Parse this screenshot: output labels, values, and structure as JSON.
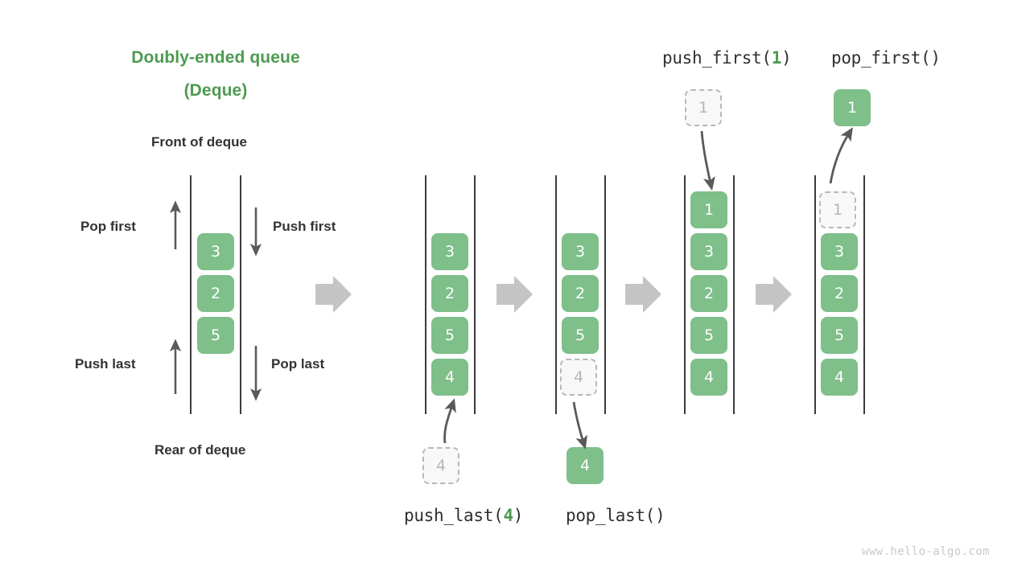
{
  "title": {
    "line1": "Doubly-ended queue",
    "line2": "(Deque)"
  },
  "labels": {
    "front": "Front of deque",
    "rear": "Rear of deque",
    "pop_first": "Pop first",
    "push_first": "Push first",
    "push_last": "Push last",
    "pop_last": "Pop last"
  },
  "operations": {
    "push_first": {
      "name": "push_first(",
      "arg": "1",
      "close": ")"
    },
    "pop_first": {
      "name": "pop_first()"
    },
    "push_last": {
      "name": "push_last(",
      "arg": "4",
      "close": ")"
    },
    "pop_last": {
      "name": "pop_last()"
    }
  },
  "watermark": "www.hello-algo.com",
  "colors": {
    "green": "#7fbf8a",
    "title_green": "#4e9a51",
    "ghost_fill": "#f8f8f8",
    "ghost_border": "#b8b8b8",
    "rail": "#3c3c3c",
    "gray_arrow": "#c4c4c4",
    "thin_arrow": "#5a5a5a",
    "text_dark": "#333333"
  },
  "deques": [
    {
      "id": "deque-overview",
      "cells": [
        {
          "value": "3",
          "state": "solid"
        },
        {
          "value": "2",
          "state": "solid"
        },
        {
          "value": "5",
          "state": "solid"
        }
      ]
    },
    {
      "id": "deque-before-push-last",
      "cells": [
        {
          "value": "3",
          "state": "solid"
        },
        {
          "value": "2",
          "state": "solid"
        },
        {
          "value": "5",
          "state": "solid"
        },
        {
          "value": "4",
          "state": "solid"
        }
      ],
      "external": {
        "value": "4",
        "state": "ghost",
        "position": "bottom"
      }
    },
    {
      "id": "deque-after-pop-last",
      "cells": [
        {
          "value": "3",
          "state": "solid"
        },
        {
          "value": "2",
          "state": "solid"
        },
        {
          "value": "5",
          "state": "solid"
        },
        {
          "value": "4",
          "state": "ghost"
        }
      ],
      "external": {
        "value": "4",
        "state": "solid",
        "position": "bottom"
      }
    },
    {
      "id": "deque-after-push-first",
      "cells": [
        {
          "value": "1",
          "state": "solid"
        },
        {
          "value": "3",
          "state": "solid"
        },
        {
          "value": "2",
          "state": "solid"
        },
        {
          "value": "5",
          "state": "solid"
        },
        {
          "value": "4",
          "state": "solid"
        }
      ],
      "external": {
        "value": "1",
        "state": "ghost",
        "position": "top"
      }
    },
    {
      "id": "deque-after-pop-first",
      "cells": [
        {
          "value": "1",
          "state": "ghost"
        },
        {
          "value": "3",
          "state": "solid"
        },
        {
          "value": "2",
          "state": "solid"
        },
        {
          "value": "5",
          "state": "solid"
        },
        {
          "value": "4",
          "state": "solid"
        }
      ],
      "external": {
        "value": "1",
        "state": "solid",
        "position": "top"
      }
    }
  ]
}
